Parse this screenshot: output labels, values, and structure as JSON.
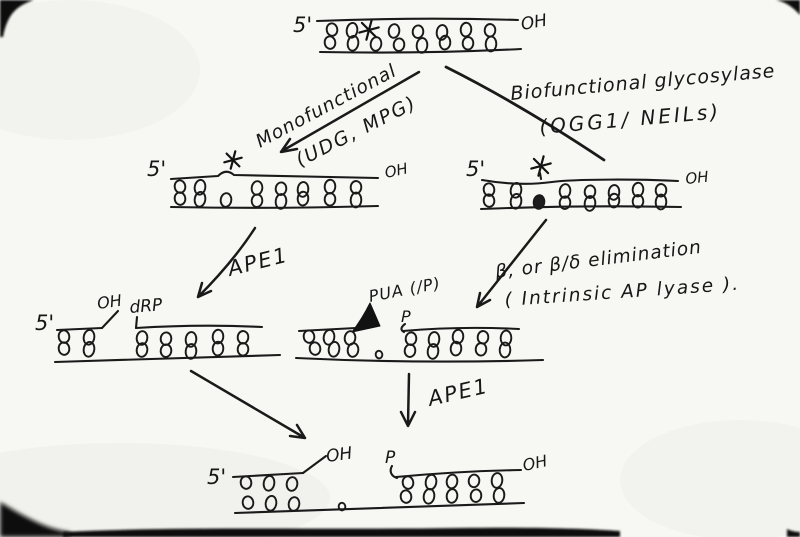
{
  "icons": {
    "lesion_mark": "asterisk-star",
    "abasic_flap": "filled-wedge"
  },
  "molecules": {
    "damaged_duplex": {
      "five_prime": "5'",
      "three_prime_oh": "OH",
      "top_strand_bases": 7,
      "bottom_strand_bases": 8
    },
    "ap_site_left": {
      "five_prime": "5'",
      "three_prime_oh": "OH",
      "top_strand_bases": 7,
      "bottom_strand_bases": 8
    },
    "ap_site_right": {
      "five_prime": "5'",
      "three_prime_oh": "OH",
      "top_strand_bases": 7,
      "bottom_strand_bases": 8
    },
    "ape1_nicked": {
      "five_prime": "5'",
      "oh_label": "OH",
      "drp_label": "dRP",
      "top_strand_bases": 7,
      "bottom_strand_bases": 7
    },
    "lyase_nicked": {
      "pua_label": "PUA (/P)",
      "p_label": "P",
      "top_strand_bases": 8,
      "bottom_strand_bases": 9
    },
    "gapped_product": {
      "five_prime": "5'",
      "oh_label": "OH",
      "p_label": "P",
      "three_prime_oh": "OH",
      "top_strand_bases": 8,
      "bottom_strand_bases": 9
    }
  },
  "arrows": {
    "monofunctional": {
      "line1": "Monofunctional",
      "line2": "(UDG, MPG)"
    },
    "bifunctional": {
      "line1": "Biofunctional glycosylase",
      "line2": "(OGG1/ NEILs)"
    },
    "ape1_left": {
      "label": "APE1"
    },
    "elimination": {
      "line1": "β, or β/δ elimination",
      "line2": "( Intrinsic AP lyase )."
    },
    "ape1_middle": {
      "label": "APE1"
    }
  }
}
